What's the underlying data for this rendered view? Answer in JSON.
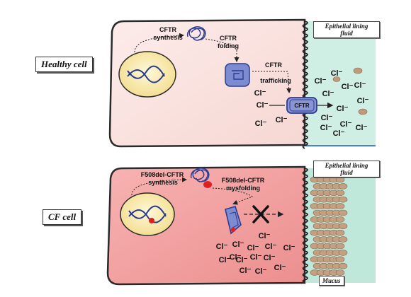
{
  "healthy": {
    "label": "Healthy cell",
    "synthesis": [
      "CFTR",
      "synthesis"
    ],
    "folding": [
      "CFTR",
      "folding"
    ],
    "trafficking": [
      "CFTR",
      "trafficking"
    ],
    "channel": "CFTR",
    "elf_label": [
      "Epithelial lining",
      "fluid"
    ],
    "ion": "Cl⁻"
  },
  "cf": {
    "label": "CF cell",
    "synthesis": [
      "F508del-CFTR",
      "synthesis"
    ],
    "misfolding": [
      "F508del-CFTR",
      "mysfolding"
    ],
    "elf_label": [
      "Epithelial lining",
      "fluid"
    ],
    "mucus_label": "Mucus",
    "ion": "Cl⁻"
  },
  "colors": {
    "healthy_cell_fill": "#fbe6e4",
    "cf_cell_fill": "#f3a7a7",
    "nucleus": "#f7ebb0",
    "dna": "#283a8c",
    "protein": "#4f5fb0",
    "fluid": "#c8e9df",
    "mucus": "#c4a083",
    "mutation": "#e02020"
  }
}
